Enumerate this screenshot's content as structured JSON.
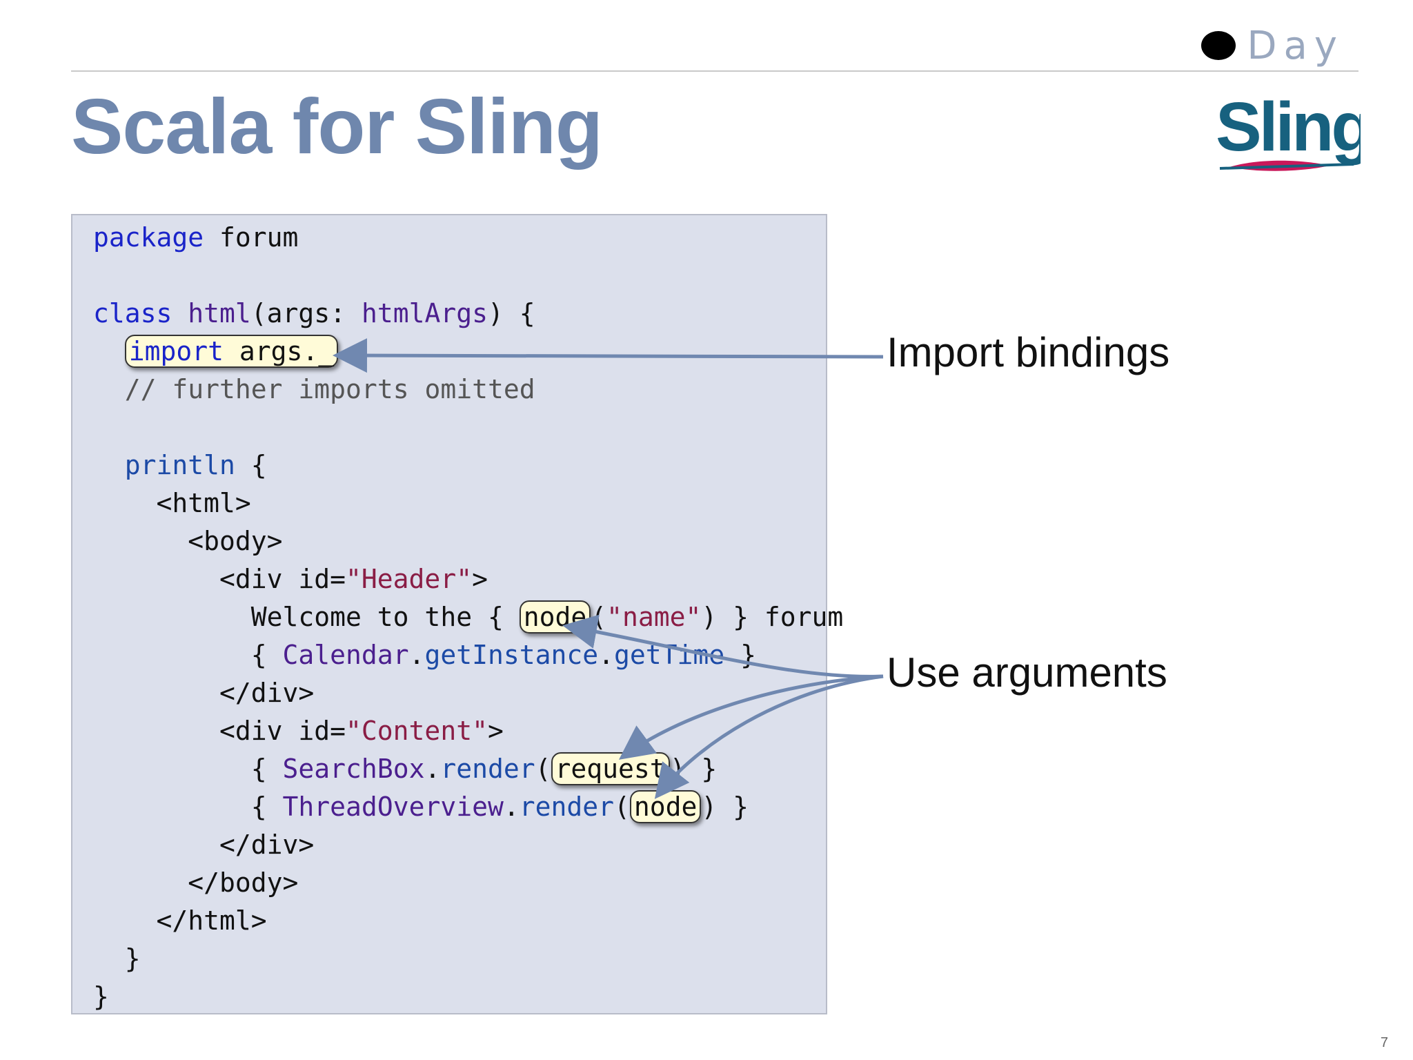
{
  "header": {
    "brand": "Day",
    "title": "Scala for Sling"
  },
  "sling_logo": {
    "text": "Sling"
  },
  "code": {
    "lines": [
      [
        {
          "t": "package",
          "c": "kw"
        },
        {
          "t": " forum"
        }
      ],
      [],
      [
        {
          "t": "class",
          "c": "kw"
        },
        {
          "t": " "
        },
        {
          "t": "html",
          "c": "ty"
        },
        {
          "t": "(args: "
        },
        {
          "t": "htmlArgs",
          "c": "ty"
        },
        {
          "t": ") {"
        }
      ],
      [
        {
          "t": "  "
        },
        {
          "t": "import args._",
          "c": "hl",
          "kwprefix": "import"
        }
      ],
      [
        {
          "t": "  "
        },
        {
          "t": "// further imports omitted",
          "c": "cm"
        }
      ],
      [],
      [
        {
          "t": "  "
        },
        {
          "t": "println",
          "c": "fn"
        },
        {
          "t": " {"
        }
      ],
      [
        {
          "t": "    <html>"
        }
      ],
      [
        {
          "t": "      <body>"
        }
      ],
      [
        {
          "t": "        <div id="
        },
        {
          "t": "\"Header\"",
          "c": "str"
        },
        {
          "t": ">"
        }
      ],
      [
        {
          "t": "          Welcome to the { "
        },
        {
          "t": "node",
          "c": "hl"
        },
        {
          "t": "("
        },
        {
          "t": "\"name\"",
          "c": "str"
        },
        {
          "t": ") } forum"
        }
      ],
      [
        {
          "t": "          { "
        },
        {
          "t": "Calendar",
          "c": "ty"
        },
        {
          "t": "."
        },
        {
          "t": "getInstance",
          "c": "fn"
        },
        {
          "t": "."
        },
        {
          "t": "getTime",
          "c": "fn"
        },
        {
          "t": " }"
        }
      ],
      [
        {
          "t": "        </div>"
        }
      ],
      [
        {
          "t": "        <div id="
        },
        {
          "t": "\"Content\"",
          "c": "str"
        },
        {
          "t": ">"
        }
      ],
      [
        {
          "t": "          { "
        },
        {
          "t": "SearchBox",
          "c": "ty"
        },
        {
          "t": "."
        },
        {
          "t": "render",
          "c": "fn"
        },
        {
          "t": "("
        },
        {
          "t": "request",
          "c": "hl"
        },
        {
          "t": ") }"
        }
      ],
      [
        {
          "t": "          { "
        },
        {
          "t": "ThreadOverview",
          "c": "ty"
        },
        {
          "t": "."
        },
        {
          "t": "render",
          "c": "fn"
        },
        {
          "t": "("
        },
        {
          "t": "node",
          "c": "hl"
        },
        {
          "t": ") }"
        }
      ],
      [
        {
          "t": "        </div>"
        }
      ],
      [
        {
          "t": "      </body>"
        }
      ],
      [
        {
          "t": "    </html>"
        }
      ],
      [
        {
          "t": "  }"
        }
      ],
      [
        {
          "t": "}"
        }
      ]
    ]
  },
  "callouts": {
    "import_bindings": "Import bindings",
    "use_arguments": "Use arguments"
  },
  "colors": {
    "title": "#6f87ad",
    "code_background": "#dce0ec",
    "highlight": "#fffbd8",
    "arrow": "#7088b0"
  },
  "footer": {
    "page_number": "7"
  }
}
